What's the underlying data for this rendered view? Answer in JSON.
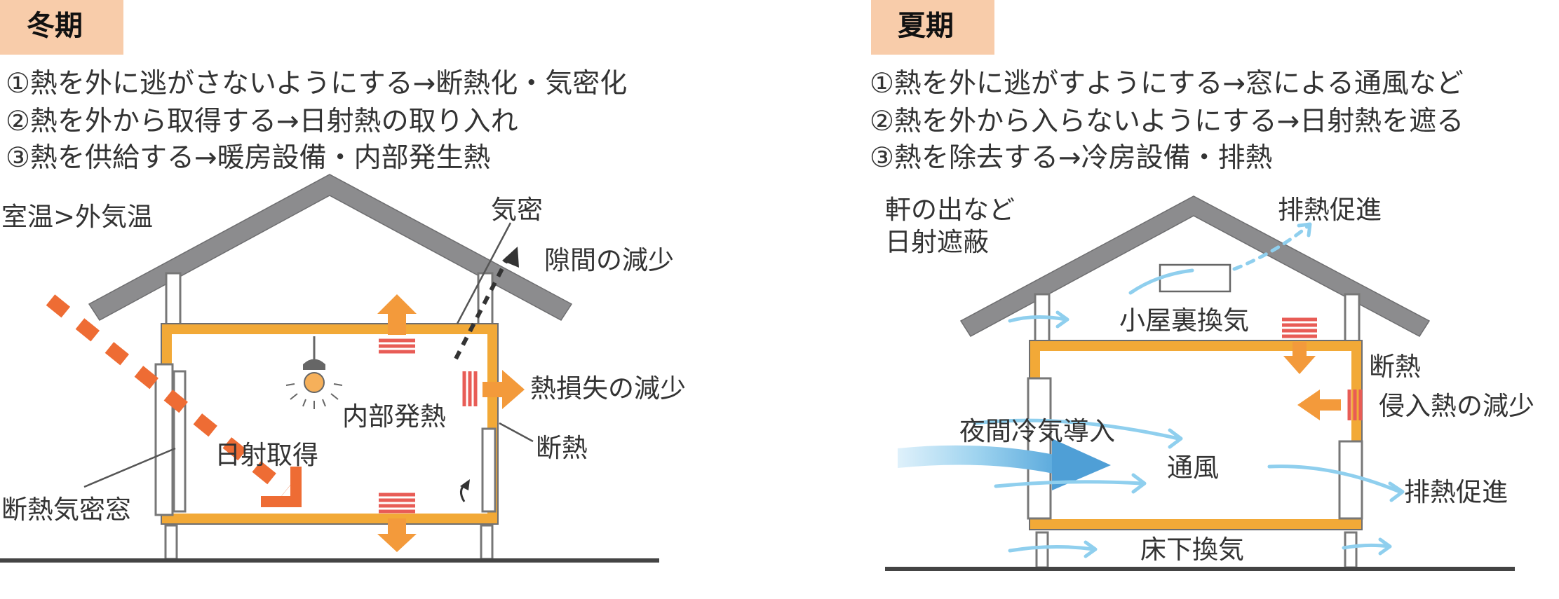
{
  "winter": {
    "tag": "冬期",
    "lines": [
      "①熱を外に逃がさないようにする→断熱化・気密化",
      "②熱を外から取得する→日射熱の取り入れ",
      "③熱を供給する→暖房設備・内部発生熱"
    ],
    "labels": {
      "room_temp": "室温>外気温",
      "airtight": "気密",
      "gap_reduction": "隙間の減少",
      "heat_loss_reduction": "熱損失の減少",
      "internal_heat": "内部発熱",
      "insulation": "断熱",
      "solar_gain": "日射取得",
      "insulated_window": "断熱気密窓"
    }
  },
  "summer": {
    "tag": "夏期",
    "lines": [
      "①熱を外に逃がすようにする→窓による通風など",
      "②熱を外から入らないようにする→日射熱を遮る",
      "③熱を除去する→冷房設備・排熱"
    ],
    "labels": {
      "eaves_line1": "軒の出など",
      "eaves_line2": "日射遮蔽",
      "exhaust_promotion_top": "排熱促進",
      "attic_ventilation": "小屋裏換気",
      "insulation": "断熱",
      "heat_intrusion_reduction": "侵入熱の減少",
      "night_cool_air": "夜間冷気導入",
      "ventilation": "通風",
      "exhaust_promotion_right": "排熱促進",
      "underfloor_ventilation": "床下換気"
    }
  },
  "colors": {
    "tag_bg": "#f8ccaa",
    "frame": "#f2a937",
    "solar": "#ee6c34",
    "heat_arrow": "#f39a3b",
    "stripes": "#e85c56",
    "airflow": "#8fcfee",
    "roof": "#8c8c8e"
  }
}
